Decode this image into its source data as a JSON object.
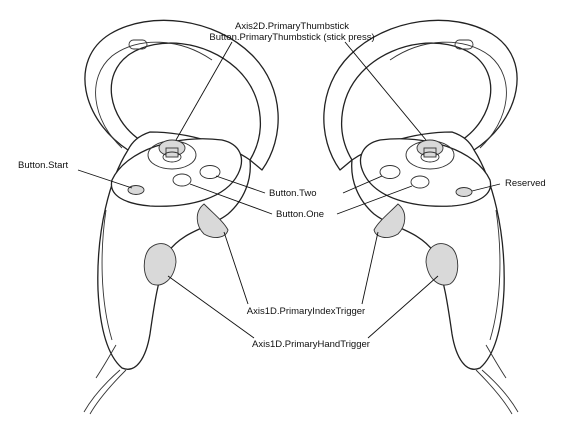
{
  "labels": {
    "thumbstick_axis": "Axis2D.PrimaryThumbstick",
    "thumbstick_press": "Button.PrimaryThumbstick (stick press)",
    "start": "Button.Start",
    "two": "Button.Two",
    "one": "Button.One",
    "reserved": "Reserved",
    "index_trigger": "Axis1D.PrimaryIndexTrigger",
    "hand_trigger": "Axis1D.PrimaryHandTrigger"
  },
  "icons": {
    "left_controller": "left-touch-controller-icon",
    "right_controller": "right-touch-controller-icon"
  }
}
